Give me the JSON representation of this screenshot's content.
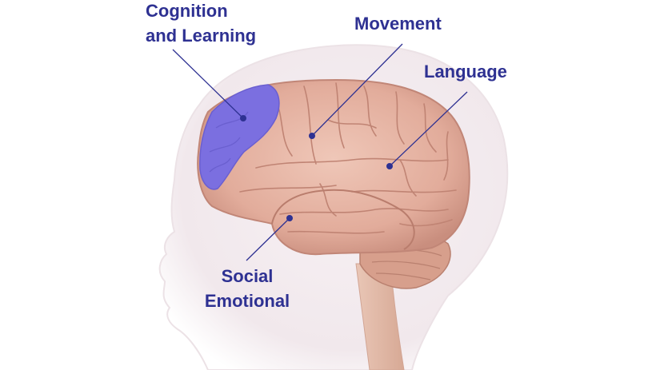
{
  "diagram": {
    "colors": {
      "label_text": "#2e3192",
      "leader_line": "#2e3192",
      "highlight_region": "#7b6fe0",
      "brain": "#e3b1a1",
      "head_silhouette": "#f3ecef"
    },
    "labels": {
      "cognition": [
        "Cognition",
        "and Learning"
      ],
      "movement": [
        "Movement"
      ],
      "language": [
        "Language"
      ],
      "social": [
        "Social",
        "Emotional"
      ]
    }
  }
}
